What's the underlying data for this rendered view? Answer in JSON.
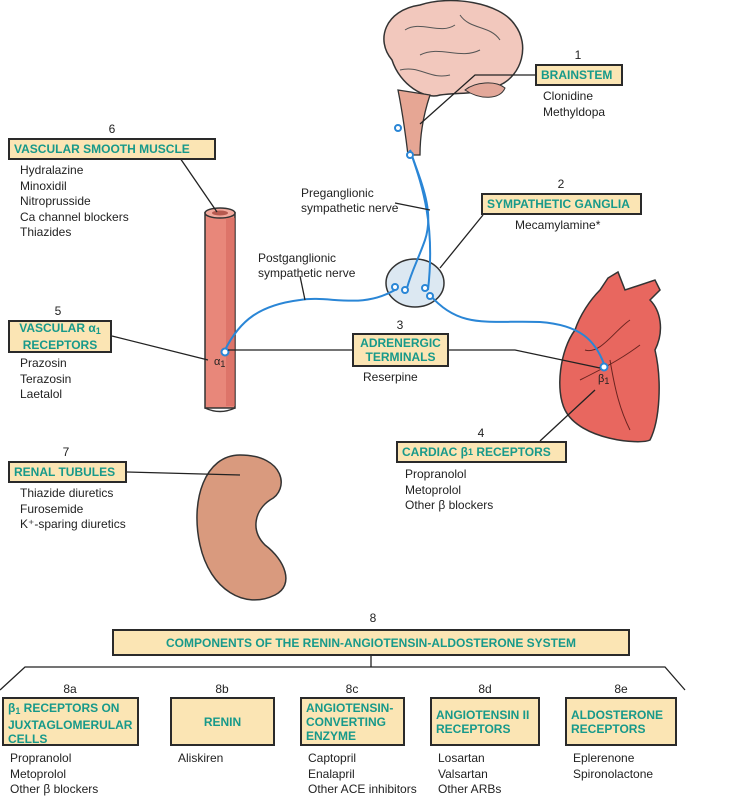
{
  "targets": [
    {
      "number": "1",
      "label": "BRAINSTEM",
      "drugs": [
        "Clonidine",
        "Methyldopa"
      ]
    },
    {
      "number": "2",
      "label": "SYMPATHETIC GANGLIA",
      "drugs": [
        "Mecamylamine*"
      ]
    },
    {
      "number": "3",
      "label": "ADRENERGIC TERMINALS",
      "drugs": [
        "Reserpine"
      ]
    },
    {
      "number": "4",
      "label_pre": "CARDIAC β",
      "label_sub": "1",
      "label_post": " RECEPTORS",
      "drugs": [
        "Propranolol",
        "Metoprolol",
        "Other β blockers"
      ]
    },
    {
      "number": "5",
      "label_pre": "VASCULAR α",
      "label_sub": "1",
      "label_post": "RECEPTORS",
      "drugs": [
        "Prazosin",
        "Terazosin",
        "Laetalol"
      ]
    },
    {
      "number": "6",
      "label": "VASCULAR SMOOTH MUSCLE",
      "drugs": [
        "Hydralazine",
        "Minoxidil",
        "Nitroprusside",
        "Ca channel blockers",
        "Thiazides"
      ]
    },
    {
      "number": "7",
      "label": "RENAL TUBULES",
      "drugs": [
        "Thiazide diuretics",
        "Furosemide",
        "K⁺-sparing diuretics"
      ]
    }
  ],
  "nerves": {
    "preganglionic": [
      "Preganglionic",
      "sympathetic nerve"
    ],
    "postganglionic": [
      "Postganglionic",
      "sympathetic nerve"
    ]
  },
  "receptor_labels": {
    "alpha": "α",
    "beta": "β",
    "sub": "1"
  },
  "raas": {
    "number": "8",
    "label": "COMPONENTS OF THE RENIN-ANGIOTENSIN-ALDOSTERONE SYSTEM",
    "components": [
      {
        "number": "8a",
        "label_pre": "β",
        "label_sub": "1",
        "label_post": " RECEPTORS ON JUXTAGLOMERULAR CELLS",
        "drugs": [
          "Propranolol",
          "Metoprolol",
          "Other β blockers"
        ]
      },
      {
        "number": "8b",
        "label": "RENIN",
        "drugs": [
          "Aliskiren"
        ]
      },
      {
        "number": "8c",
        "label": "ANGIOTENSIN-CONVERTING ENZYME",
        "drugs": [
          "Captopril",
          "Enalapril",
          "Other ACE inhibitors"
        ]
      },
      {
        "number": "8d",
        "label": "ANGIOTENSIN II RECEPTORS",
        "drugs": [
          "Losartan",
          "Valsartan",
          "Other ARBs"
        ]
      },
      {
        "number": "8e",
        "label": "ALDOSTERONE RECEPTORS",
        "drugs": [
          "Eplerenone",
          "Spironolactone"
        ]
      }
    ]
  },
  "colors": {
    "box_fill": "#fbe5b4",
    "box_text": "#17998a",
    "nerve": "#2a86d6",
    "vessel": "#e8877a",
    "heart": "#e8675f",
    "kidney": "#d99a7e",
    "brain": "#f2c8bd"
  }
}
